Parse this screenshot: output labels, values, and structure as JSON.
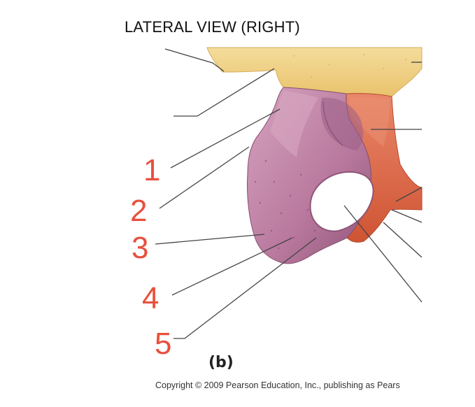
{
  "title": "LATERAL VIEW (RIGHT)",
  "labels": [
    "1",
    "2",
    "3",
    "4",
    "5"
  ],
  "panel_label": "(b)",
  "copyright": "Copyright © 2009 Pearson Education, Inc., publishing as Pears",
  "colors": {
    "ilium": "#f3d58c",
    "ischium": "#b9789e",
    "pubis": "#df6a45",
    "label_numbers": "#e8503e",
    "leader_lines": "#444444"
  }
}
